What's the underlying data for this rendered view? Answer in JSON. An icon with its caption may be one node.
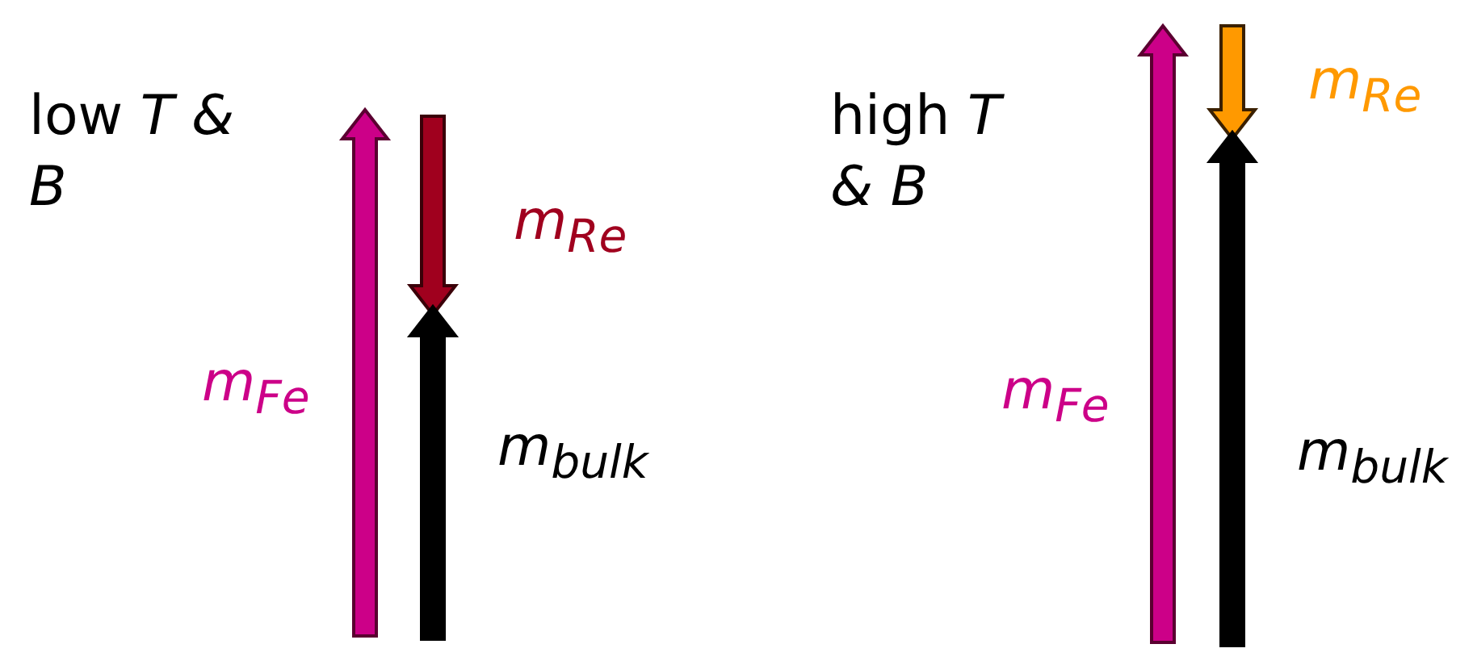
{
  "diagram": {
    "labels": [
      "low *T & B*",
      "m$_{Re}$",
      "m$_{Fe}$",
      "m$_{bulk}$",
      "high *T & B*",
      "m$_{Re}$",
      "m$_{Fe}$",
      "m$_{bulk}$"
    ]
  }
}
